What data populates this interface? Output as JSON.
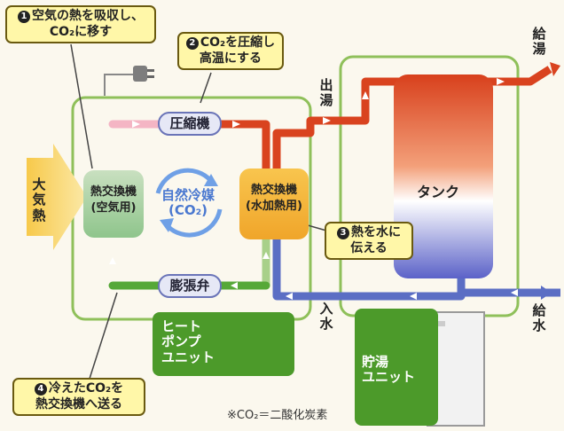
{
  "callouts": {
    "c1": {
      "num": "1",
      "line1": "空気の熱を吸収し、",
      "line2": "CO₂に移す"
    },
    "c2": {
      "num": "2",
      "line1": "CO₂を圧縮し",
      "line2": "高温にする"
    },
    "c3": {
      "num": "3",
      "line1": "熱を水に",
      "line2": "伝える"
    },
    "c4": {
      "num": "4",
      "line1": "冷えたCO₂を",
      "line2": "熱交換機へ送る"
    }
  },
  "components": {
    "compressor": "圧縮機",
    "expansion_valve": "膨張弁",
    "hx_air_line1": "熱交換機",
    "hx_air_line2": "(空気用)",
    "hx_water_line1": "熱交換機",
    "hx_water_line2": "(水加熱用)",
    "refrigerant_line1": "自然冷媒",
    "refrigerant_line2": "(CO₂)",
    "tank": "タンク"
  },
  "flows": {
    "ambient_heat": [
      "大",
      "気",
      "熱"
    ],
    "hot_out": [
      "出",
      "湯"
    ],
    "water_in": [
      "入",
      "水"
    ],
    "supply_hot": [
      "給",
      "湯"
    ],
    "supply_water": [
      "給",
      "水"
    ]
  },
  "units": {
    "heat_pump_line1": "ヒート",
    "heat_pump_line2": "ポンプ",
    "heat_pump_line3": "ユニット",
    "storage_line1": "貯湯",
    "storage_line2": "ユニット"
  },
  "footnote": "※CO₂＝二酸化炭素",
  "colors": {
    "hot": "#d9431f",
    "cold": "#5b6ec4",
    "loop_green": "#56a838",
    "frame_green": "#8fc05a",
    "callout_bg": "#fff7a8"
  }
}
